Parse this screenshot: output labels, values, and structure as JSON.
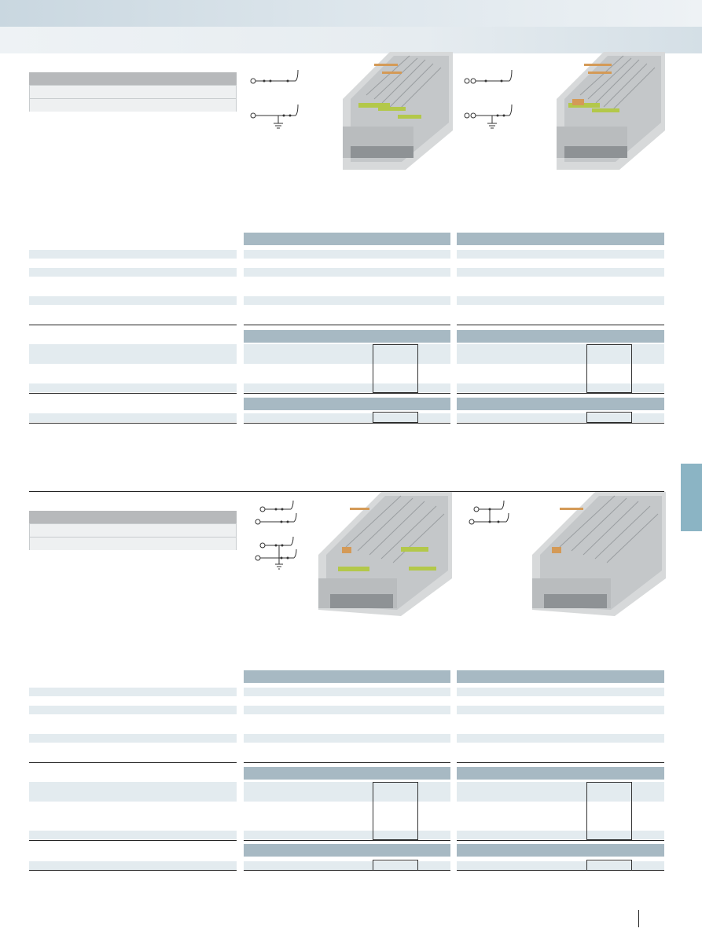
{
  "page": {
    "header_bands": [
      "top-band",
      "sub-band"
    ],
    "side_tab_color": "#8bb4c4",
    "accent_bar_color": "#a7b9c3",
    "light_bar_color": "#e3ebef",
    "gray_bar_color": "#b7b9bb"
  },
  "sections": [
    {
      "name": "upper",
      "icon": "terminal-block-photo"
    },
    {
      "name": "lower",
      "icon": "terminal-block-photo"
    }
  ]
}
